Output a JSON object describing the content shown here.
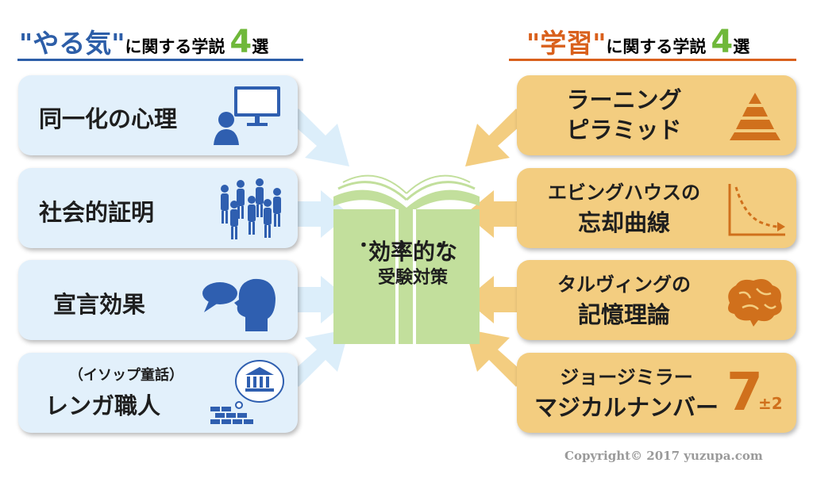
{
  "left_header": {
    "quote_title": "\"やる気\"",
    "suffix": "に関する学説",
    "count": "4",
    "tail": "選",
    "color": "#2d5ea8"
  },
  "right_header": {
    "quote_title": "\"学習\"",
    "suffix": "に関する学説",
    "count": "4",
    "tail": "選",
    "color": "#d9601c"
  },
  "left_items": [
    {
      "label": "同一化の心理",
      "icon": "person-monitor-icon"
    },
    {
      "label": "社会的証明",
      "icon": "crowd-icon"
    },
    {
      "label": "宣言効果",
      "icon": "speaking-head-icon"
    },
    {
      "label_small": "（イソップ童話）",
      "label": "レンガ職人",
      "icon": "bricks-thought-building-icon"
    }
  ],
  "right_items": [
    {
      "line1": "ラーニング",
      "line2": "ピラミッド",
      "icon": "pyramid-icon"
    },
    {
      "line1": "エビングハウスの",
      "line2": "忘却曲線",
      "icon": "forgetting-curve-icon"
    },
    {
      "line1": "タルヴィングの",
      "line2": "記憶理論",
      "icon": "brain-icon"
    },
    {
      "line1": "ジョージミラー",
      "line2": "マジカルナンバー",
      "icon": "magic-number-icon",
      "magic_number": "7",
      "magic_pm": "±2"
    }
  ],
  "center": {
    "dots": "・・・",
    "line1": "効率的な",
    "line2": "受験対策"
  },
  "colors": {
    "left_box": "#e2f0fb",
    "right_box": "#f3cd80",
    "icon_blue": "#2f5fb0",
    "icon_orange": "#d0701c",
    "book_green": "#c2df9c"
  },
  "copyright": "Copyright© 2017 yuzupa.com"
}
